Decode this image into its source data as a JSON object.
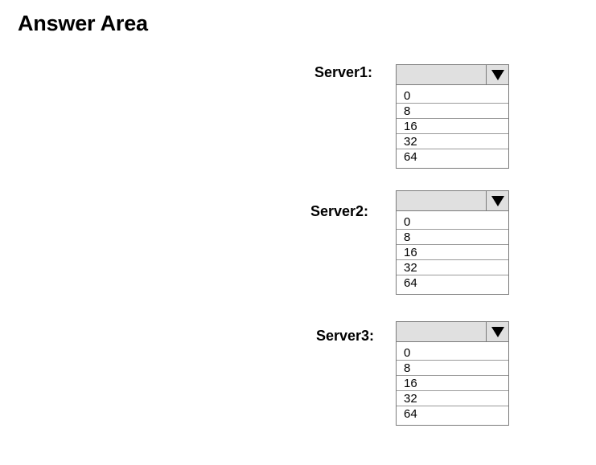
{
  "page": {
    "title": "Answer Area"
  },
  "questions": [
    {
      "label": "Server1:",
      "selected": "",
      "options": [
        "0",
        "8",
        "16",
        "32",
        "64"
      ]
    },
    {
      "label": "Server2:",
      "selected": "",
      "options": [
        "0",
        "8",
        "16",
        "32",
        "64"
      ]
    },
    {
      "label": "Server3:",
      "selected": "",
      "options": [
        "0",
        "8",
        "16",
        "32",
        "64"
      ]
    }
  ],
  "icons": {
    "dropdown_arrow": "triangle-down-icon"
  }
}
